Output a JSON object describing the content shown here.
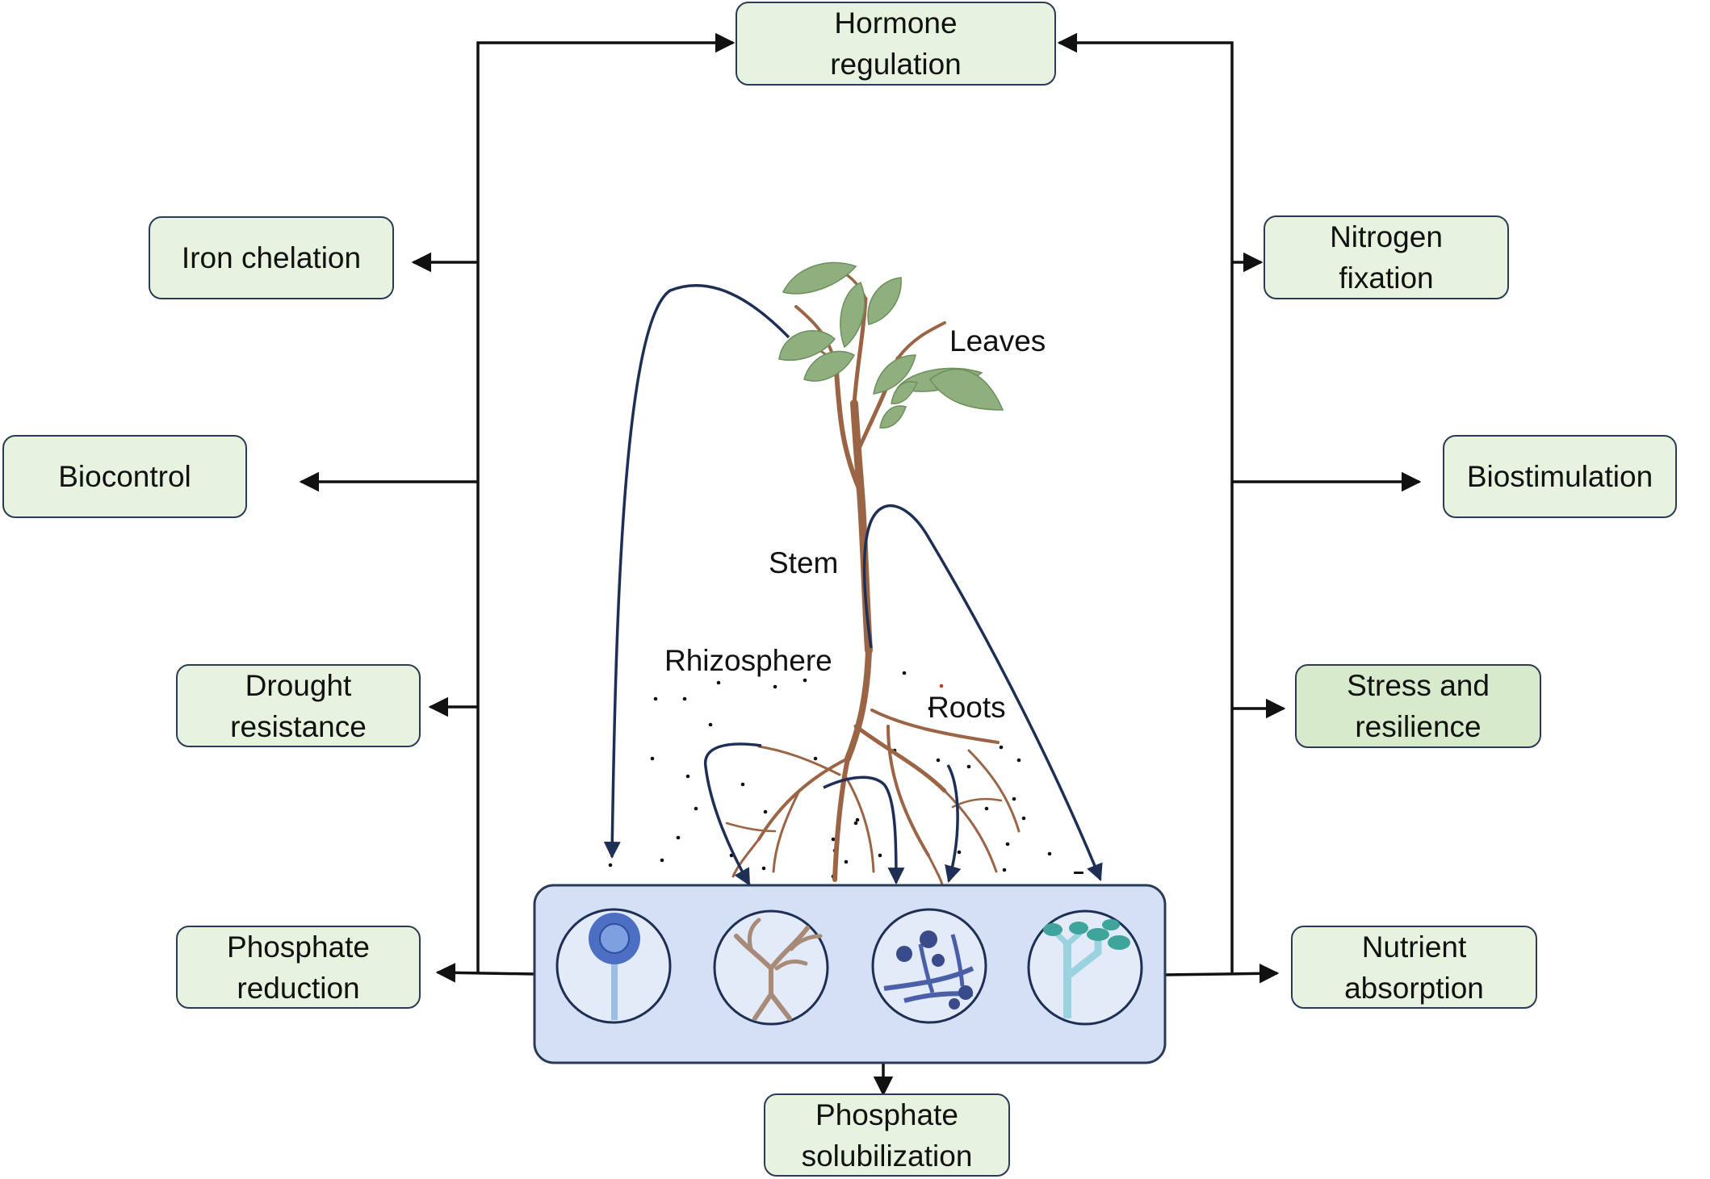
{
  "outcomes": {
    "hormone_regulation": "Hormone\nregulation",
    "iron_chelation": "Iron chelation",
    "nitrogen_fixation": "Nitrogen\nfixation",
    "biocontrol": "Biocontrol",
    "biostimulation": "Biostimulation",
    "drought_resistance": "Drought\nresistance",
    "stress_resilience": "Stress and\nresilience",
    "phosphate_reduction": "Phosphate\nreduction",
    "nutrient_absorption": "Nutrient\nabsorption",
    "phosphate_solubilization": "Phosphate\nsolubilization"
  },
  "plant_labels": {
    "leaves": "Leaves",
    "stem": "Stem",
    "rhizosphere": "Rhizosphere",
    "roots": "Roots"
  },
  "colors": {
    "box_fill": "#e8f3df",
    "box_fill_highlight": "#d7ebcc",
    "box_border": "#2b3b56",
    "fungi_panel": "#d4e0f3",
    "curve_arrow": "#1e2f55",
    "connector": "#111111",
    "leaf": "#8fb07e",
    "stem": "#9b6445"
  },
  "fungi_icons": [
    "aspergillus-icon",
    "branched-hyphae-icon",
    "spore-cluster-icon",
    "penicillium-icon"
  ]
}
